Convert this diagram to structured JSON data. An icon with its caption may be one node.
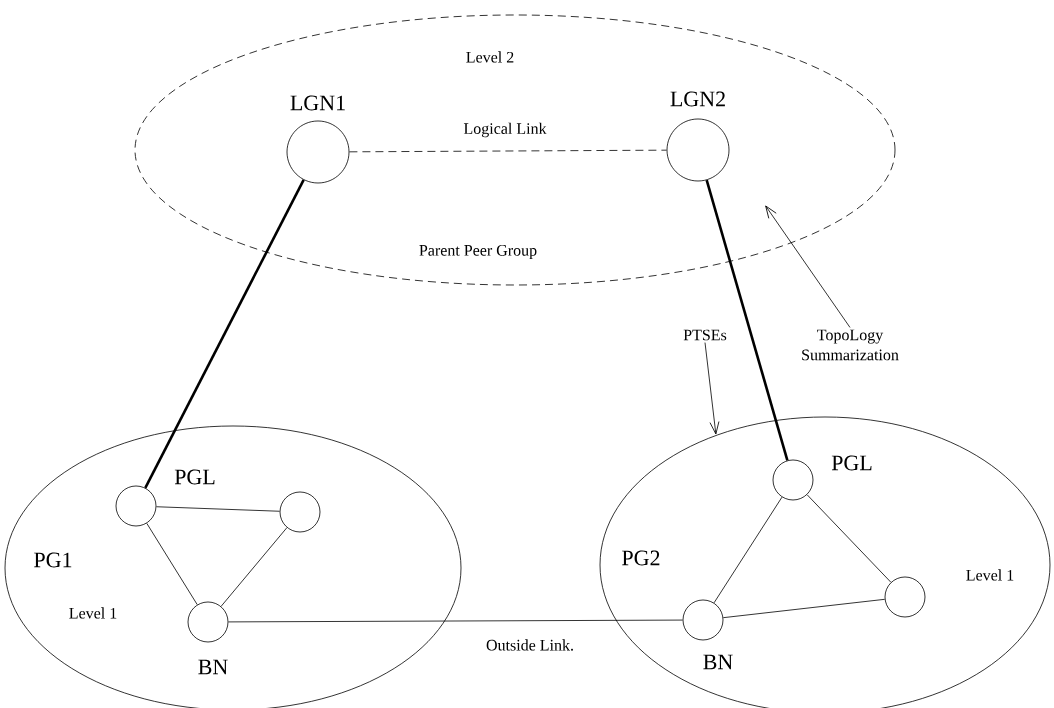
{
  "diagram": {
    "nodes": [
      {
        "text": [
          "Level 2",
          "Parent Peer Group"
        ]
      },
      {
        "text": [
          "LGN1"
        ],
        "in": 0
      },
      {
        "text": [
          "LGN2"
        ],
        "in": 0
      },
      {
        "text": [
          "PG1",
          "Level 1"
        ]
      },
      {
        "text": [
          "PGL"
        ],
        "in": 3
      },
      {
        "text": [],
        "shape": "circle",
        "in": 3
      },
      {
        "text": [
          "BN"
        ],
        "in": 3
      },
      {
        "text": [
          "PG2",
          "Level 1"
        ]
      },
      {
        "text": [
          "PGL"
        ],
        "in": 7
      },
      {
        "text": [
          "BN"
        ],
        "in": 7
      },
      {
        "text": [],
        "shape": "circle",
        "in": 7
      },
      {
        "text": [
          "PTSEs"
        ]
      },
      {
        "text": [
          "TopoLogy Summarization"
        ]
      }
    ],
    "edges": [
      {
        "from": 1,
        "to": 2,
        "arrow": "none",
        "style": "dashed",
        "label": "Logical Link"
      },
      {
        "from": 1,
        "to": 4,
        "arrow": "none",
        "style": "thick"
      },
      {
        "from": 2,
        "to": 8,
        "arrow": "none",
        "style": "thick"
      },
      {
        "from": 4,
        "to": 5,
        "arrow": "none"
      },
      {
        "from": 4,
        "to": 6,
        "arrow": "none"
      },
      {
        "from": 5,
        "to": 6,
        "arrow": "none"
      },
      {
        "from": 6,
        "to": 9,
        "arrow": "none",
        "label": "Outside Link."
      },
      {
        "from": 8,
        "to": 9,
        "arrow": "none"
      },
      {
        "from": 8,
        "to": 10,
        "arrow": "none"
      },
      {
        "from": 9,
        "to": 10,
        "arrow": "none"
      },
      {
        "from": 11,
        "to": 7,
        "arrow": "to"
      },
      {
        "from": 12,
        "to": 0,
        "arrow": "to"
      }
    ]
  }
}
